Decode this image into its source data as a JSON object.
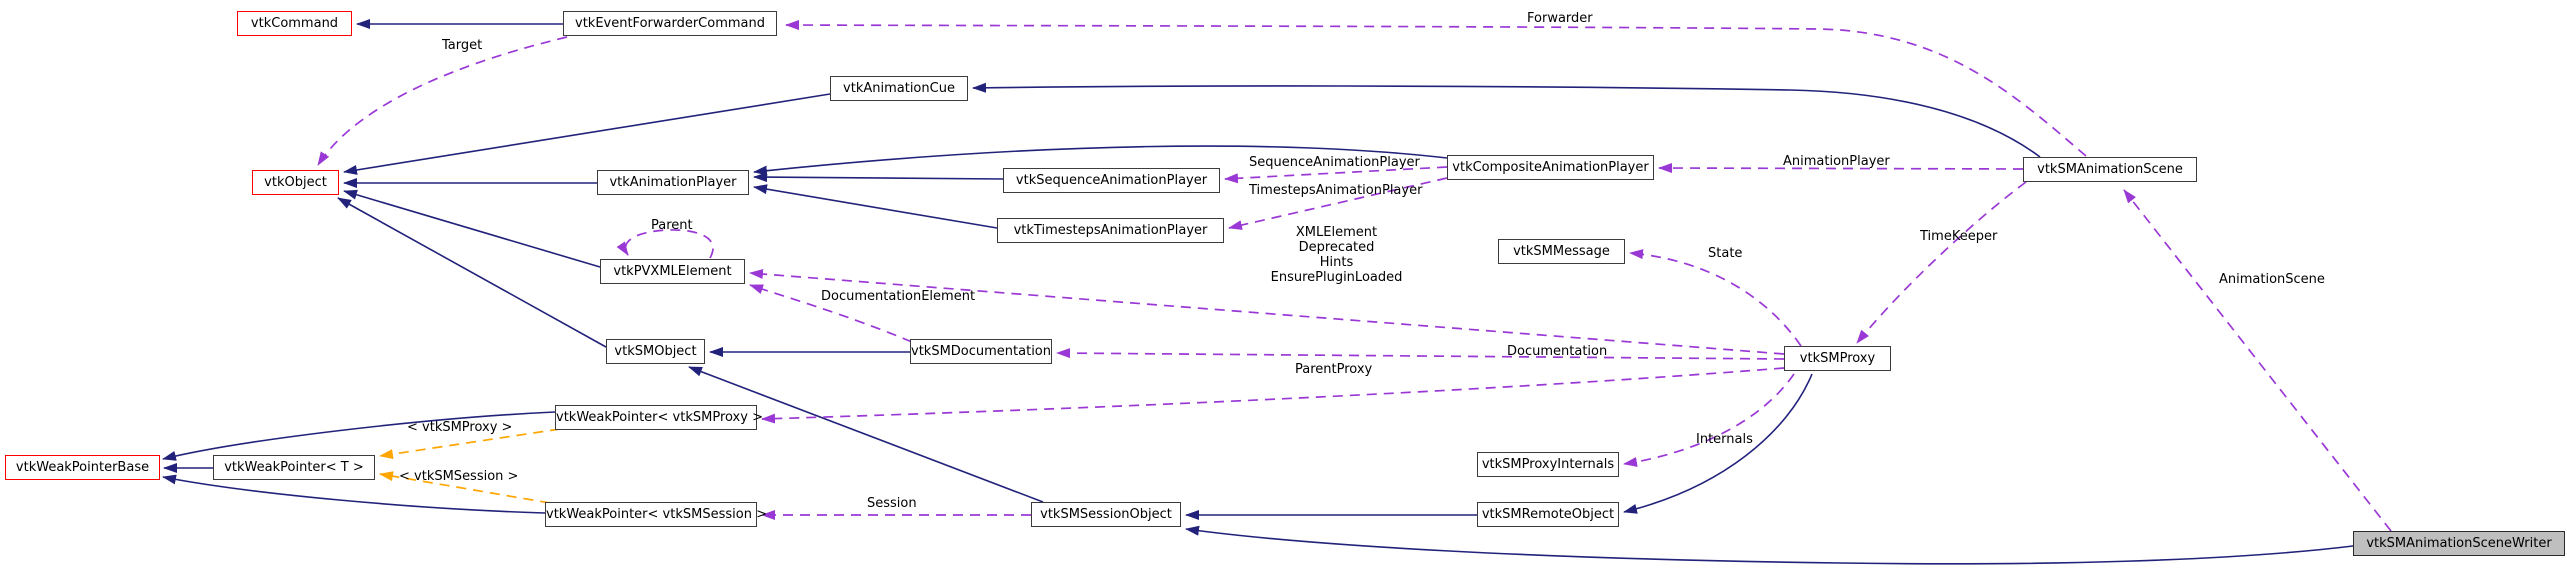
{
  "diagram": {
    "kind": "doxygen-collaboration-graph",
    "focus_class": "vtkSMAnimationSceneWriter",
    "colors": {
      "background": "#ffffff",
      "inheritance_edge": "#22227b",
      "usage_edge": "#9a38d6",
      "template_edge": "#ffa500",
      "node_border": "#3c3c3c",
      "truncated_node_border": "#ff0000",
      "focus_node_fill": "#bfbfbf",
      "text": "#000000"
    },
    "nodes": {
      "vtkCommand": {
        "label": "vtkCommand",
        "style": "truncated"
      },
      "vtkEventForwarderCommand": {
        "label": "vtkEventForwarderCommand",
        "style": "normal"
      },
      "vtkAnimationCue": {
        "label": "vtkAnimationCue",
        "style": "normal"
      },
      "vtkObject": {
        "label": "vtkObject",
        "style": "truncated"
      },
      "vtkAnimationPlayer": {
        "label": "vtkAnimationPlayer",
        "style": "normal"
      },
      "vtkSequenceAnimationPlayer": {
        "label": "vtkSequenceAnimationPlayer",
        "style": "normal"
      },
      "vtkTimestepsAnimationPlayer": {
        "label": "vtkTimestepsAnimationPlayer",
        "style": "normal"
      },
      "vtkCompositeAnimationPlayer": {
        "label": "vtkCompositeAnimationPlayer",
        "style": "normal"
      },
      "vtkSMAnimationScene": {
        "label": "vtkSMAnimationScene",
        "style": "normal"
      },
      "vtkPVXMLElement": {
        "label": "vtkPVXMLElement",
        "style": "normal"
      },
      "vtkSMMessage": {
        "label": "vtkSMMessage",
        "style": "normal"
      },
      "vtkSMObject": {
        "label": "vtkSMObject",
        "style": "normal"
      },
      "vtkSMDocumentation": {
        "label": "vtkSMDocumentation",
        "style": "normal"
      },
      "vtkSMProxy": {
        "label": "vtkSMProxy",
        "style": "normal"
      },
      "vtkWeakPointerProxy": {
        "label": "vtkWeakPointer< vtkSMProxy >",
        "style": "normal"
      },
      "vtkWeakPointerBase": {
        "label": "vtkWeakPointerBase",
        "style": "truncated"
      },
      "vtkWeakPointerT": {
        "label": "vtkWeakPointer< T >",
        "style": "normal"
      },
      "vtkWeakPointerSession": {
        "label": "vtkWeakPointer< vtkSMSession >",
        "style": "normal"
      },
      "vtkSMSessionObject": {
        "label": "vtkSMSessionObject",
        "style": "normal"
      },
      "vtkSMProxyInternals": {
        "label": "vtkSMProxyInternals",
        "style": "normal"
      },
      "vtkSMRemoteObject": {
        "label": "vtkSMRemoteObject",
        "style": "normal"
      },
      "vtkSMAnimationSceneWriter": {
        "label": "vtkSMAnimationSceneWriter",
        "style": "focus"
      }
    },
    "edge_labels": {
      "target": "Target",
      "forwarder": "Forwarder",
      "sequence_animation_player": "SequenceAnimationPlayer",
      "timesteps_animation_player": "TimestepsAnimationPlayer",
      "animation_player": "AnimationPlayer",
      "time_keeper": "TimeKeeper",
      "state": "State",
      "xml_block_lines": [
        "XMLElement",
        "Deprecated",
        "Hints",
        "EnsurePluginLoaded"
      ],
      "parent": "Parent",
      "documentation_element": "DocumentationElement",
      "documentation": "Documentation",
      "parent_proxy": "ParentProxy",
      "internals": "Internals",
      "session": "Session",
      "template_smproxy": "< vtkSMProxy >",
      "template_smsession": "< vtkSMSession >",
      "animation_scene": "AnimationScene"
    },
    "edges": [
      {
        "from": "vtkEventForwarderCommand",
        "to": "vtkCommand",
        "type": "inheritance"
      },
      {
        "from": "vtkAnimationCue",
        "to": "vtkObject",
        "type": "inheritance"
      },
      {
        "from": "vtkAnimationPlayer",
        "to": "vtkObject",
        "type": "inheritance"
      },
      {
        "from": "vtkPVXMLElement",
        "to": "vtkObject",
        "type": "inheritance"
      },
      {
        "from": "vtkSMObject",
        "to": "vtkObject",
        "type": "inheritance"
      },
      {
        "from": "vtkSequenceAnimationPlayer",
        "to": "vtkAnimationPlayer",
        "type": "inheritance"
      },
      {
        "from": "vtkTimestepsAnimationPlayer",
        "to": "vtkAnimationPlayer",
        "type": "inheritance"
      },
      {
        "from": "vtkCompositeAnimationPlayer",
        "to": "vtkAnimationPlayer",
        "type": "inheritance"
      },
      {
        "from": "vtkSMAnimationScene",
        "to": "vtkAnimationCue",
        "type": "inheritance"
      },
      {
        "from": "vtkSMDocumentation",
        "to": "vtkSMObject",
        "type": "inheritance"
      },
      {
        "from": "vtkSMSessionObject",
        "to": "vtkSMObject",
        "type": "inheritance"
      },
      {
        "from": "vtkSMRemoteObject",
        "to": "vtkSMSessionObject",
        "type": "inheritance"
      },
      {
        "from": "vtkSMProxy",
        "to": "vtkSMRemoteObject",
        "type": "inheritance"
      },
      {
        "from": "vtkSMAnimationSceneWriter",
        "to": "vtkSMSessionObject",
        "type": "inheritance"
      },
      {
        "from": "vtkWeakPointerProxy",
        "to": "vtkWeakPointerBase",
        "type": "inheritance"
      },
      {
        "from": "vtkWeakPointerT",
        "to": "vtkWeakPointerBase",
        "type": "inheritance"
      },
      {
        "from": "vtkWeakPointerSession",
        "to": "vtkWeakPointerBase",
        "type": "inheritance"
      },
      {
        "from": "vtkEventForwarderCommand",
        "to": "vtkObject",
        "type": "usage",
        "label": "Target"
      },
      {
        "from": "vtkSMAnimationScene",
        "to": "vtkEventForwarderCommand",
        "type": "usage",
        "label": "Forwarder"
      },
      {
        "from": "vtkSMAnimationScene",
        "to": "vtkCompositeAnimationPlayer",
        "type": "usage",
        "label": "AnimationPlayer"
      },
      {
        "from": "vtkCompositeAnimationPlayer",
        "to": "vtkSequenceAnimationPlayer",
        "type": "usage",
        "label": "SequenceAnimationPlayer"
      },
      {
        "from": "vtkCompositeAnimationPlayer",
        "to": "vtkTimestepsAnimationPlayer",
        "type": "usage",
        "label": "TimestepsAnimationPlayer"
      },
      {
        "from": "vtkSMAnimationScene",
        "to": "vtkSMProxy",
        "type": "usage",
        "label": "TimeKeeper"
      },
      {
        "from": "vtkSMProxy",
        "to": "vtkSMMessage",
        "type": "usage",
        "label": "State"
      },
      {
        "from": "vtkSMProxy",
        "to": "vtkPVXMLElement",
        "type": "usage",
        "label": "XMLElement Deprecated Hints EnsurePluginLoaded"
      },
      {
        "from": "vtkSMDocumentation",
        "to": "vtkPVXMLElement",
        "type": "usage",
        "label": "DocumentationElement"
      },
      {
        "from": "vtkSMProxy",
        "to": "vtkSMDocumentation",
        "type": "usage",
        "label": "Documentation"
      },
      {
        "from": "vtkSMProxy",
        "to": "vtkWeakPointerProxy",
        "type": "usage",
        "label": "ParentProxy"
      },
      {
        "from": "vtkSMProxy",
        "to": "vtkSMProxyInternals",
        "type": "usage",
        "label": "Internals"
      },
      {
        "from": "vtkSMSessionObject",
        "to": "vtkWeakPointerSession",
        "type": "usage",
        "label": "Session"
      },
      {
        "from": "vtkPVXMLElement",
        "to": "vtkPVXMLElement",
        "type": "usage",
        "label": "Parent"
      },
      {
        "from": "vtkSMAnimationSceneWriter",
        "to": "vtkSMAnimationScene",
        "type": "usage",
        "label": "AnimationScene"
      },
      {
        "from": "vtkWeakPointerProxy",
        "to": "vtkWeakPointerT",
        "type": "template-instance",
        "label": "< vtkSMProxy >"
      },
      {
        "from": "vtkWeakPointerSession",
        "to": "vtkWeakPointerT",
        "type": "template-instance",
        "label": "< vtkSMSession >"
      }
    ]
  }
}
